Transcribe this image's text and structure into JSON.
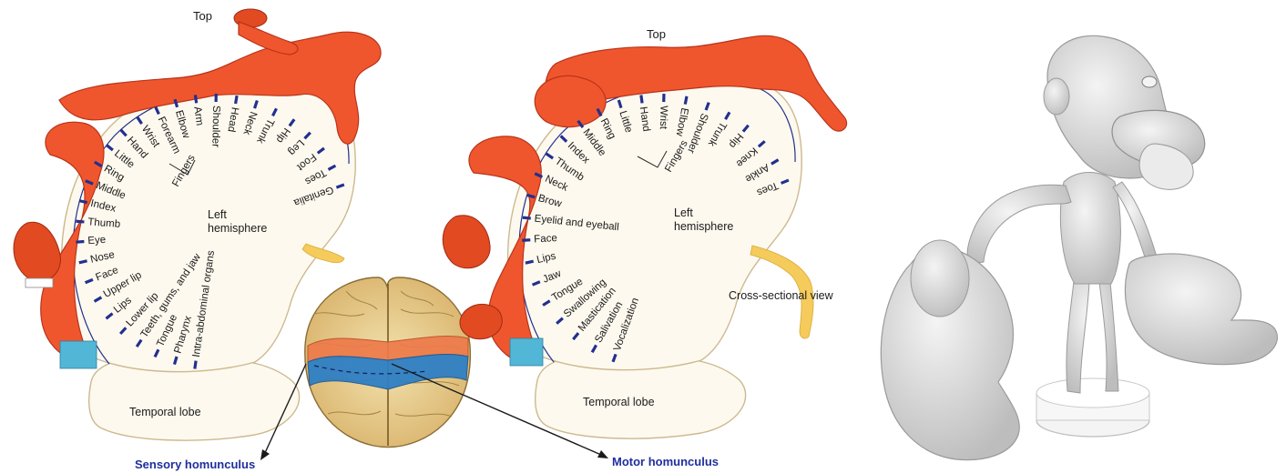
{
  "sensory": {
    "top_label": "Top",
    "hemisphere_label": "Left\nhemisphere",
    "temporal_label": "Temporal lobe",
    "caption": "Sensory homunculus",
    "fingers_label": "Fingers",
    "labels": [
      "Genitalia",
      "Toes",
      "Foot",
      "Leg",
      "Hip",
      "Trunk",
      "Neck",
      "Head",
      "Shoulder",
      "Arm",
      "Elbow",
      "Forearm",
      "Wrist",
      "Hand",
      "Little",
      "Ring",
      "Middle",
      "Index",
      "Thumb",
      "Eye",
      "Nose",
      "Face",
      "Upper lip",
      "Lips",
      "Lower lip",
      "Teeth, gums, and jaw",
      "Tongue",
      "Pharynx",
      "Intra-abdominal organs"
    ]
  },
  "motor": {
    "top_label": "Top",
    "hemisphere_label": "Left\nhemisphere",
    "temporal_label": "Temporal lobe",
    "caption": "Motor homunculus",
    "fingers_label": "Fingers",
    "cross_section_label": "Cross-sectional view",
    "labels": [
      "Toes",
      "Ankle",
      "Knee",
      "Hip",
      "Trunk",
      "Shoulder",
      "Elbow",
      "Wrist",
      "Hand",
      "Little",
      "Ring",
      "Middle",
      "Index",
      "Thumb",
      "Neck",
      "Brow",
      "Eyelid and eyeball",
      "Face",
      "Lips",
      "Jaw",
      "Tongue",
      "Swallowing",
      "Mastication",
      "Salivation",
      "Vocalization"
    ]
  },
  "icons": {
    "brain": "brain-top-view-icon",
    "sculpture": "homunculus-sculpture-icon"
  }
}
